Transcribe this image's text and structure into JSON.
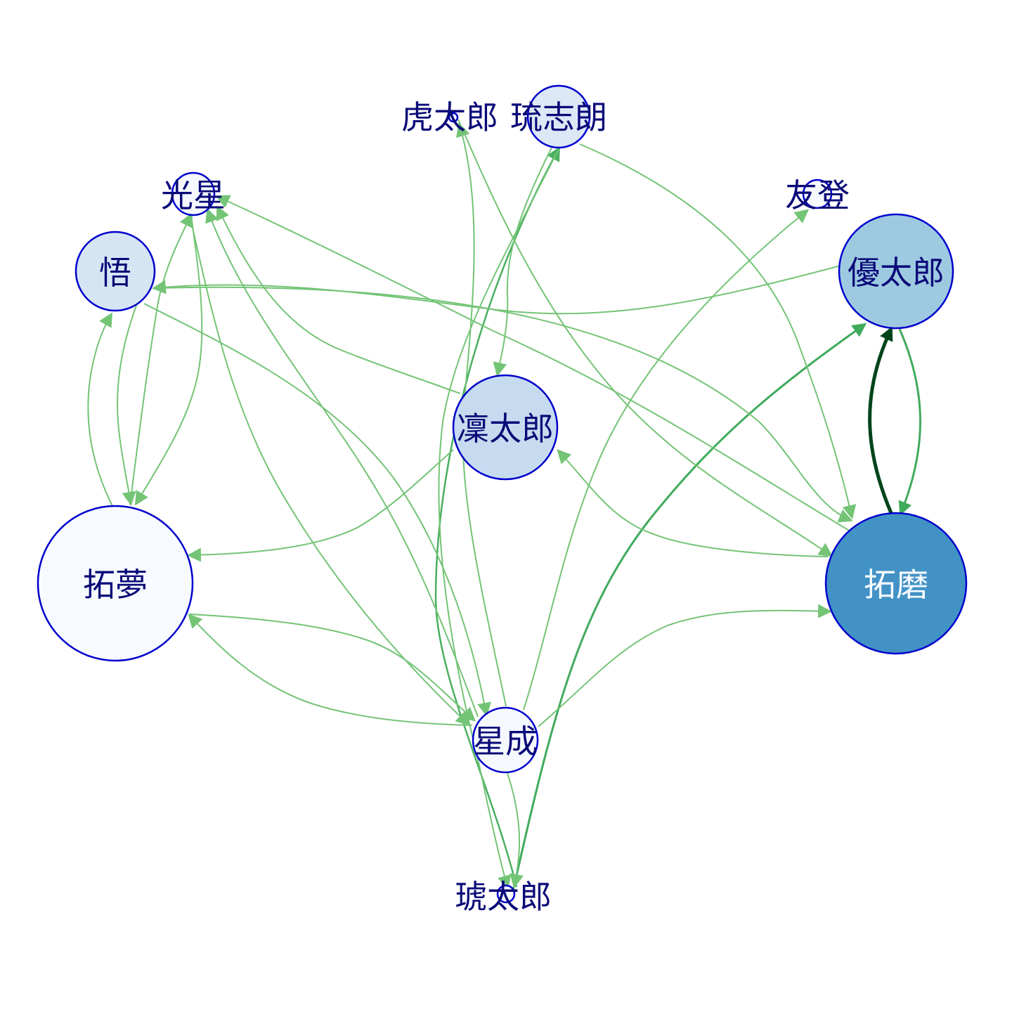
{
  "nodes": [
    {
      "id": "toramaru",
      "label": "虎太郎",
      "fill": "#f5f9fe",
      "text": "#0a0a78"
    },
    {
      "id": "rushiro",
      "label": "琉志朗",
      "fill": "#dce8f6",
      "text": "#0a0a78"
    },
    {
      "id": "kosei",
      "label": "光星",
      "fill": "#f5f9fe",
      "text": "#0a0a78"
    },
    {
      "id": "yuto",
      "label": "友登",
      "fill": "#f5f9fe",
      "text": "#0a0a78"
    },
    {
      "id": "satoru",
      "label": "悟",
      "fill": "#d6e5f4",
      "text": "#0a0a78"
    },
    {
      "id": "yutaro",
      "label": "優太郎",
      "fill": "#9ecae1",
      "text": "#0a0a78"
    },
    {
      "id": "rintaro",
      "label": "凜太郎",
      "fill": "#c6dbef",
      "text": "#0a0a78"
    },
    {
      "id": "takumu",
      "label": "拓夢",
      "fill": "#f7fbff",
      "text": "#0a0a78"
    },
    {
      "id": "takuma",
      "label": "拓磨",
      "fill": "#4292c6",
      "text": "#f7fbff"
    },
    {
      "id": "seinari",
      "label": "星成",
      "fill": "#f5f9fe",
      "text": "#0a0a78"
    },
    {
      "id": "kotaro",
      "label": "琥太郎",
      "fill": "#f5f9fe",
      "text": "#0a0a78"
    }
  ],
  "edges": [
    {
      "from": "takuma",
      "to": "yutaro",
      "color": "#00441b",
      "weight": 5
    },
    {
      "from": "yutaro",
      "to": "takuma",
      "color": "#41ab5d",
      "weight": 3
    },
    {
      "from": "kotaro",
      "to": "yutaro",
      "color": "#41ab5d",
      "weight": 3
    },
    {
      "from": "kotaro",
      "to": "rushiro",
      "color": "#4aaf60",
      "weight": 2.5
    },
    {
      "from": "takuma",
      "to": "kosei",
      "color": "#74c476",
      "weight": 2
    },
    {
      "from": "yutaro",
      "to": "satoru",
      "color": "#74c476",
      "weight": 2
    },
    {
      "from": "satoru",
      "to": "takuma",
      "color": "#74c476",
      "weight": 2
    },
    {
      "from": "rushiro",
      "to": "takuma",
      "color": "#74c476",
      "weight": 2
    },
    {
      "from": "rushiro",
      "to": "rintaro",
      "color": "#74c476",
      "weight": 2
    },
    {
      "from": "toramaru",
      "to": "takuma",
      "color": "#74c476",
      "weight": 2
    },
    {
      "from": "takuma",
      "to": "rintaro",
      "color": "#74c476",
      "weight": 2
    },
    {
      "from": "rintaro",
      "to": "kosei",
      "color": "#74c476",
      "weight": 2
    },
    {
      "from": "rintaro",
      "to": "takumu",
      "color": "#74c476",
      "weight": 2
    },
    {
      "from": "takumu",
      "to": "satoru",
      "color": "#74c476",
      "weight": 2
    },
    {
      "from": "satoru",
      "to": "takumu",
      "color": "#74c476",
      "weight": 2
    },
    {
      "from": "takumu",
      "to": "kosei",
      "color": "#74c476",
      "weight": 2
    },
    {
      "from": "kosei",
      "to": "takumu",
      "color": "#74c476",
      "weight": 2
    },
    {
      "from": "kosei",
      "to": "seinari",
      "color": "#74c476",
      "weight": 2
    },
    {
      "from": "seinari",
      "to": "kosei",
      "color": "#74c476",
      "weight": 2
    },
    {
      "from": "satoru",
      "to": "seinari",
      "color": "#74c476",
      "weight": 2
    },
    {
      "from": "seinari",
      "to": "takumu",
      "color": "#74c476",
      "weight": 2
    },
    {
      "from": "takumu",
      "to": "seinari",
      "color": "#74c476",
      "weight": 2
    },
    {
      "from": "seinari",
      "to": "takuma",
      "color": "#74c476",
      "weight": 2
    },
    {
      "from": "seinari",
      "to": "yuto",
      "color": "#74c476",
      "weight": 2
    },
    {
      "from": "seinari",
      "to": "toramaru",
      "color": "#74c476",
      "weight": 2
    },
    {
      "from": "seinari",
      "to": "kotaro",
      "color": "#74c476",
      "weight": 2
    },
    {
      "from": "rushiro",
      "to": "kotaro",
      "color": "#74c476",
      "weight": 2
    }
  ]
}
